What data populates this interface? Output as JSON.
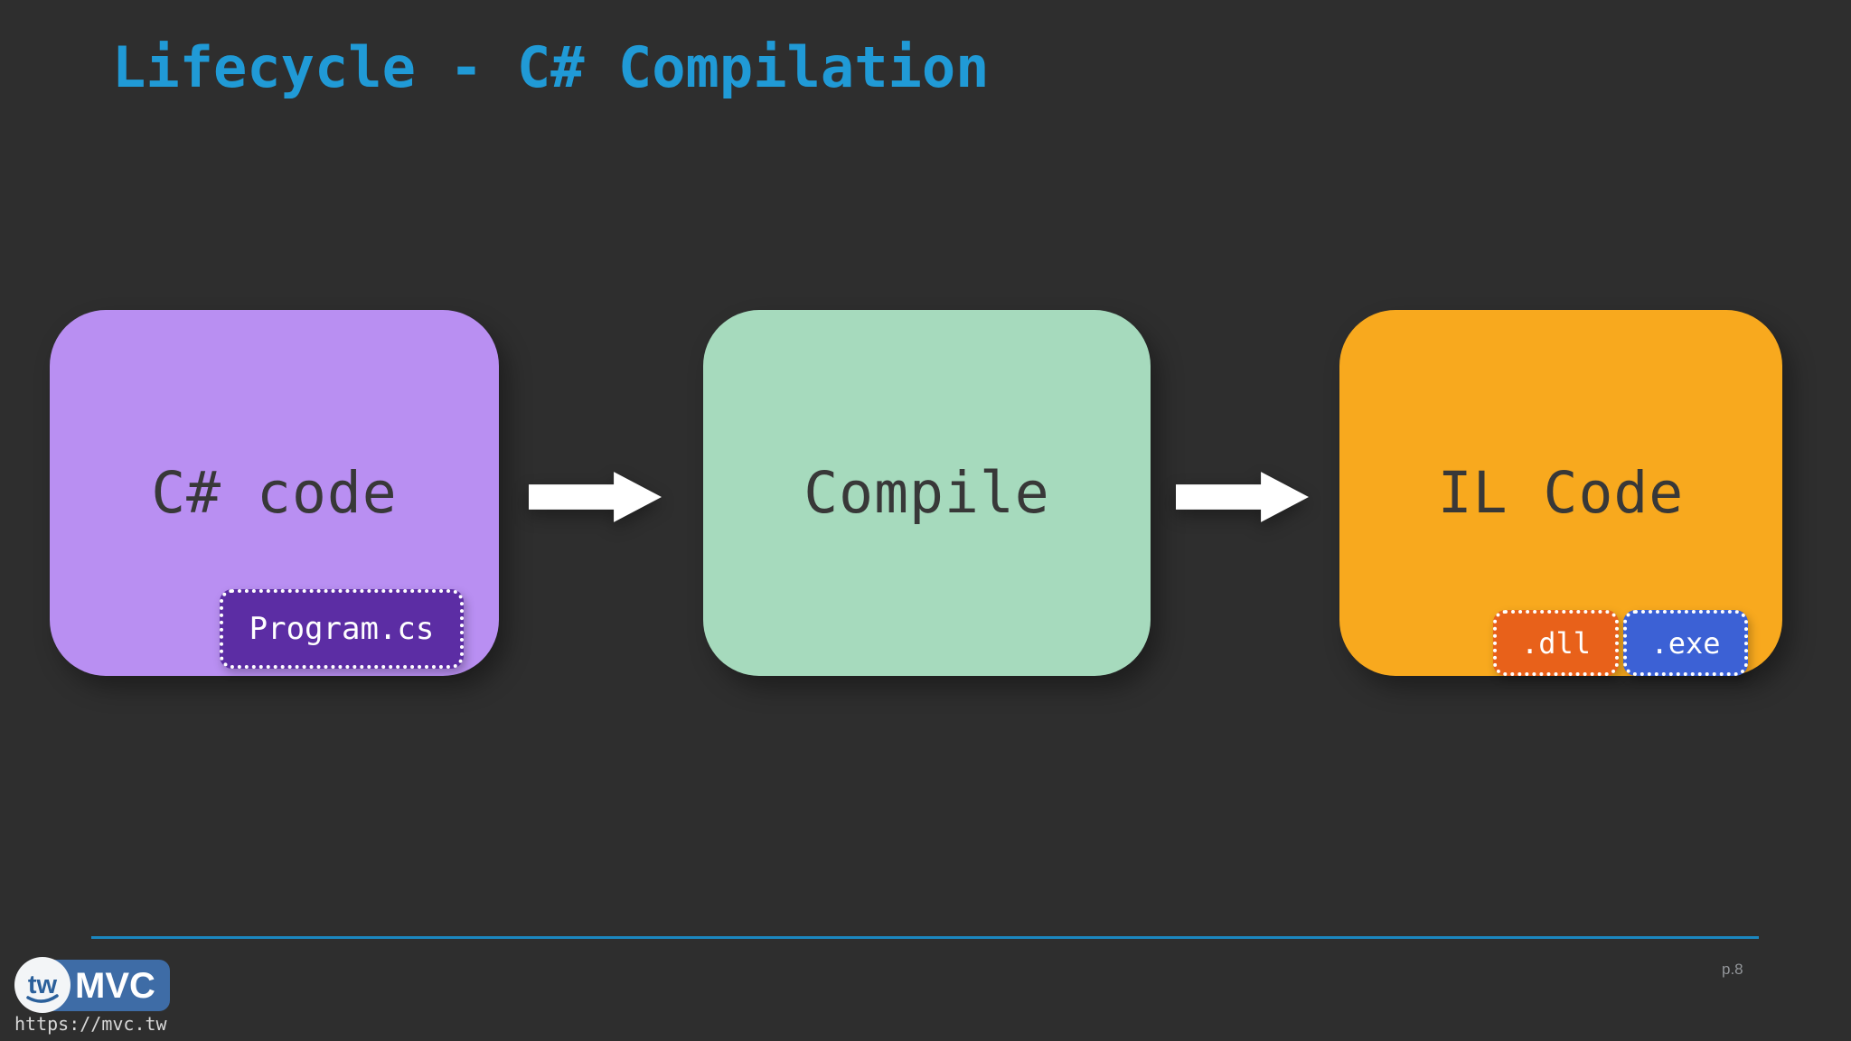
{
  "slide": {
    "title": "Lifecycle - C# Compilation",
    "background_color": "#2e2e2e",
    "title_color": "#209ad6"
  },
  "diagram": {
    "type": "flow",
    "nodes": [
      {
        "id": "csharp-code",
        "label": "C# code",
        "fill": "#b98ff2",
        "text_color": "#383838",
        "badges": [
          {
            "label": "Program.cs",
            "fill": "#5c2da4",
            "border": "white-dotted"
          }
        ]
      },
      {
        "id": "compile",
        "label": "Compile",
        "fill": "#a6dabd",
        "text_color": "#383838",
        "badges": []
      },
      {
        "id": "il-code",
        "label": "IL Code",
        "fill": "#f8a91e",
        "text_color": "#383838",
        "badges": [
          {
            "label": ".dll",
            "fill": "#e8611a",
            "border": "white-dotted"
          },
          {
            "label": ".exe",
            "fill": "#3c61d5",
            "border": "white-dotted"
          }
        ]
      }
    ],
    "arrows": [
      {
        "from": "csharp-code",
        "to": "compile",
        "color": "#ffffff"
      },
      {
        "from": "compile",
        "to": "il-code",
        "color": "#ffffff"
      }
    ]
  },
  "footer": {
    "rule_color": "#1b87c0",
    "logo": {
      "badge": "tw",
      "text": "MVC",
      "background": "#3e6ca6",
      "badge_text_color": "#2b609b"
    },
    "url": "https://mvc.tw",
    "page_number": "p.8"
  }
}
